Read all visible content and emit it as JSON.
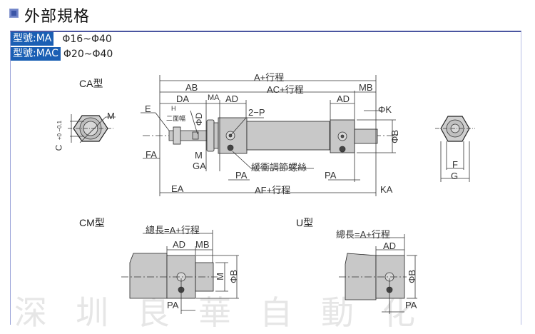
{
  "header": {
    "title": "外部規格",
    "icon": "square-bullet-icon"
  },
  "models": [
    {
      "tag": "型號:MA",
      "range": "Φ16~Φ40"
    },
    {
      "tag": "型號:MAC",
      "range": "Φ20~Φ40"
    }
  ],
  "views": {
    "ca": {
      "title": "CA型",
      "labels": {
        "a_stroke": "A+行程",
        "ab": "AB",
        "ac_stroke": "AC+行程",
        "mb": "MB",
        "da": "DA",
        "ma": "MA",
        "ad_left": "AD",
        "ad_right": "AD",
        "e": "E",
        "h": "H",
        "two_flats": "二面幅",
        "phi_d": "ΦD",
        "two_p": "2−P",
        "phi_k": "ΦK",
        "phi_b": "ΦB",
        "fa": "FA",
        "m": "M",
        "ga": "GA",
        "cushion": "緩衝調節螺絲",
        "pa_left": "PA",
        "pa_right": "PA",
        "ea": "EA",
        "af_stroke": "AF+行程",
        "ka": "KA",
        "end_m": "M",
        "end_c": "C",
        "end_tol": "+0 −0.1",
        "f": "F",
        "g": "G"
      }
    },
    "cm": {
      "title": "CM型",
      "labels": {
        "total": "總長=A+行程",
        "ad": "AD",
        "mb": "MB",
        "m": "M",
        "phi_b": "ΦB",
        "pa": "PA"
      }
    },
    "u": {
      "title": "U型",
      "labels": {
        "total": "總長=A+行程",
        "ad": "AD",
        "phi_b": "ΦB",
        "pa": "PA"
      }
    }
  },
  "watermark": "深圳良華自動化",
  "colors": {
    "accent": "#1a5fb4",
    "frame": "#4a55a0",
    "body": "#c8c8c8",
    "line": "#333333"
  }
}
